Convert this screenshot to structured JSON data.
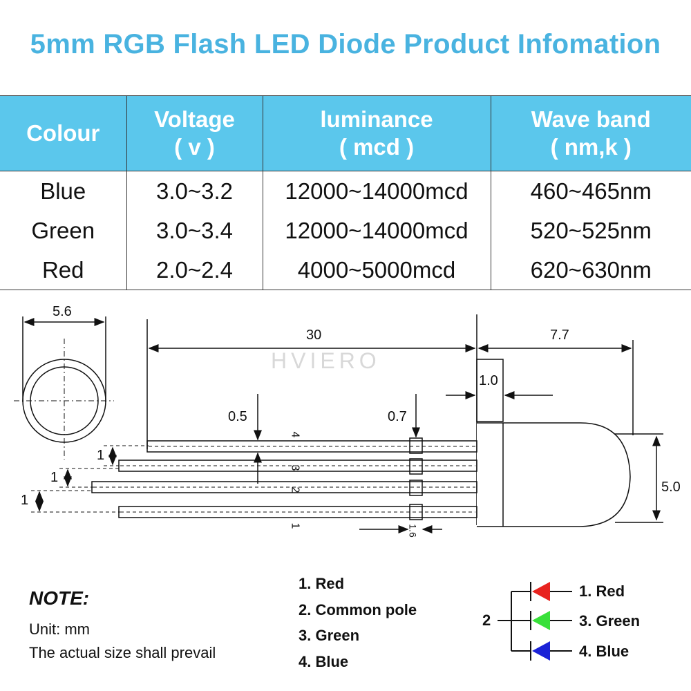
{
  "title": "5mm RGB Flash LED Diode Product Infomation",
  "table": {
    "headers": [
      {
        "line1": "Colour",
        "line2": ""
      },
      {
        "line1": "Voltage",
        "line2": "( v )"
      },
      {
        "line1": "luminance",
        "line2": "( mcd )"
      },
      {
        "line1": "Wave band",
        "line2": "( nm,k )"
      }
    ],
    "rows": [
      {
        "colour": "Blue",
        "voltage": "3.0~3.2",
        "luminance": "12000~14000mcd",
        "wave": "460~465nm"
      },
      {
        "colour": "Green",
        "voltage": "3.0~3.4",
        "luminance": "12000~14000mcd",
        "wave": "520~525nm"
      },
      {
        "colour": "Red",
        "voltage": "2.0~2.4",
        "luminance": "4000~5000mcd",
        "wave": "620~630nm"
      }
    ]
  },
  "drawing": {
    "dim_diameter_top": "5.6",
    "dim_length": "30",
    "dim_head": "7.7",
    "dim_flange": "1.0",
    "dim_lead_width": "0.5",
    "dim_lead_offset": "0.7",
    "dim_pitch": "1",
    "dim_body_dia": "5.0",
    "dim_small": "1.6",
    "pin_numbers": [
      "4",
      "3",
      "2",
      "1"
    ],
    "watermark": "HVIERO"
  },
  "note": {
    "title": "NOTE:",
    "lines": [
      "Unit: mm",
      "The actual size shall prevail"
    ]
  },
  "pins": [
    "1. Red",
    "2. Common pole",
    "3. Green",
    "4. Blue"
  ],
  "legend": {
    "common": "2",
    "items": [
      {
        "label": "1. Red",
        "color": "#e8231f"
      },
      {
        "label": "3. Green",
        "color": "#38e03a"
      },
      {
        "label": "4. Blue",
        "color": "#1a22d6"
      }
    ]
  }
}
